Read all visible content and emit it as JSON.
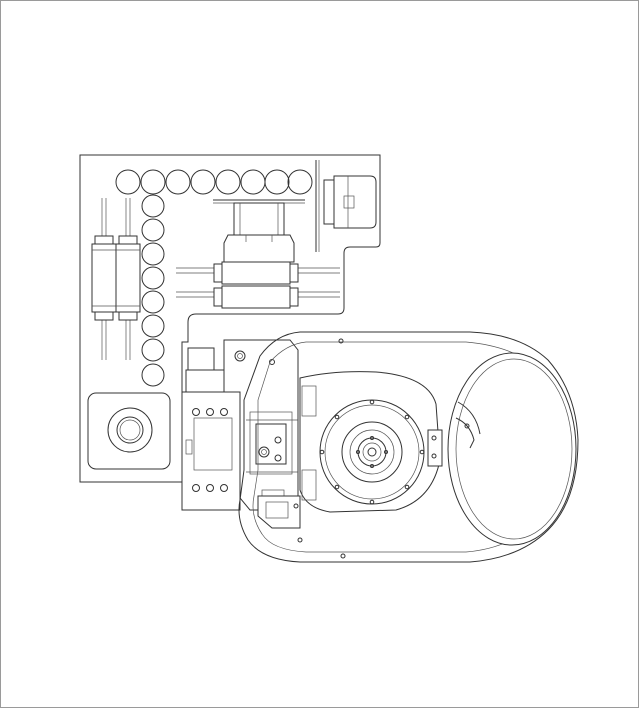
{
  "drawing": {
    "type": "mechanical-line-drawing",
    "view": "top",
    "line_color": "#333333",
    "background_color": "#ffffff",
    "frame_color": "#9a9a9a",
    "top_row_roller_count": 8,
    "left_column_roller_count": 8
  }
}
